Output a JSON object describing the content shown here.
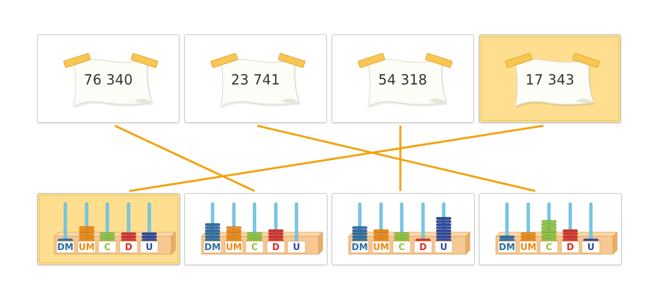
{
  "number_cards": [
    {
      "value": "76 340",
      "selected": false
    },
    {
      "value": "23 741",
      "selected": false
    },
    {
      "value": "54 318",
      "selected": false
    },
    {
      "value": "17 343",
      "selected": true
    }
  ],
  "abacus_cards": [
    {
      "counts": [
        1,
        5,
        3,
        3,
        3
      ],
      "selected": true
    },
    {
      "counts": [
        6,
        5,
        3,
        4,
        0
      ],
      "selected": false
    },
    {
      "counts": [
        5,
        4,
        3,
        1,
        8
      ],
      "selected": false
    },
    {
      "counts": [
        2,
        3,
        7,
        4,
        1
      ],
      "selected": false
    }
  ],
  "place_labels": [
    "DM",
    "UM",
    "C",
    "D",
    "U"
  ],
  "colors": {
    "line": "#f2a30f",
    "selected_bg": "#ffdf8f",
    "bead_colors": [
      "#2f6fa5",
      "#f08a12",
      "#8cc63f",
      "#d9302c",
      "#2f4aa0"
    ],
    "label_colors": [
      "#2f6fa5",
      "#f08a12",
      "#8cc63f",
      "#d9302c",
      "#2f4aa0"
    ],
    "rod": "#78c9e6",
    "base": "#f7c892"
  }
}
